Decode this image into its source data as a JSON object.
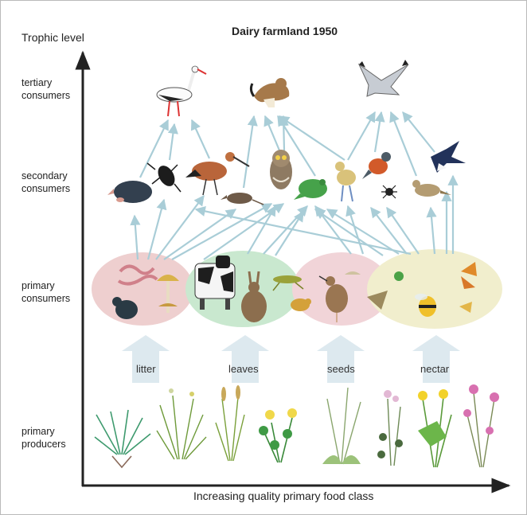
{
  "title": "Dairy farmland 1950",
  "y_axis_label": "Trophic level",
  "x_axis_label": "Increasing quality primary food class",
  "levels": [
    {
      "label": "tertiary\nconsumers"
    },
    {
      "label": "secondary\nconsumers"
    },
    {
      "label": "primary\nconsumers"
    },
    {
      "label": "primary\nproducers"
    }
  ],
  "food_classes": [
    {
      "label": "litter",
      "color": "#eecfcf"
    },
    {
      "label": "leaves",
      "color": "#c9e8cf"
    },
    {
      "label": "seeds",
      "color": "#f1d4d8"
    },
    {
      "label": "nectar",
      "color": "#f1eecd"
    }
  ],
  "tertiary_animals": [
    {
      "icon": "stork-icon"
    },
    {
      "icon": "stoat-icon"
    },
    {
      "icon": "harrier-icon"
    }
  ],
  "secondary_animals": [
    {
      "icon": "mole-icon"
    },
    {
      "icon": "beetle-icon"
    },
    {
      "icon": "godwit-icon"
    },
    {
      "icon": "shrew-icon"
    },
    {
      "icon": "owl-icon"
    },
    {
      "icon": "frog-icon"
    },
    {
      "icon": "lapwing-chick-icon"
    },
    {
      "icon": "redstart-icon"
    },
    {
      "icon": "spider-icon"
    },
    {
      "icon": "swallow-icon"
    },
    {
      "icon": "skylark-icon"
    }
  ],
  "primary_animals": [
    {
      "icon": "earthworm-icon"
    },
    {
      "icon": "dung-beetle-icon"
    },
    {
      "icon": "mushroom-icon"
    },
    {
      "icon": "cow-icon"
    },
    {
      "icon": "hare-icon"
    },
    {
      "icon": "grasshopper-icon"
    },
    {
      "icon": "vole-icon"
    },
    {
      "icon": "snipe-icon"
    },
    {
      "icon": "moth-icon"
    },
    {
      "icon": "bumblebee-icon"
    },
    {
      "icon": "butterfly-icon"
    }
  ],
  "producers": [
    {
      "icon": "rush-icon"
    },
    {
      "icon": "grass-icon"
    },
    {
      "icon": "sedge-icon"
    },
    {
      "icon": "clover-icon"
    },
    {
      "icon": "plantain-icon"
    },
    {
      "icon": "cuckooflower-icon"
    },
    {
      "icon": "buttercup-icon"
    },
    {
      "icon": "ragged-robin-icon"
    }
  ],
  "colors": {
    "arrow": "#a9cdd7",
    "axis": "#222222",
    "food_arrow": "#dde9ef"
  }
}
